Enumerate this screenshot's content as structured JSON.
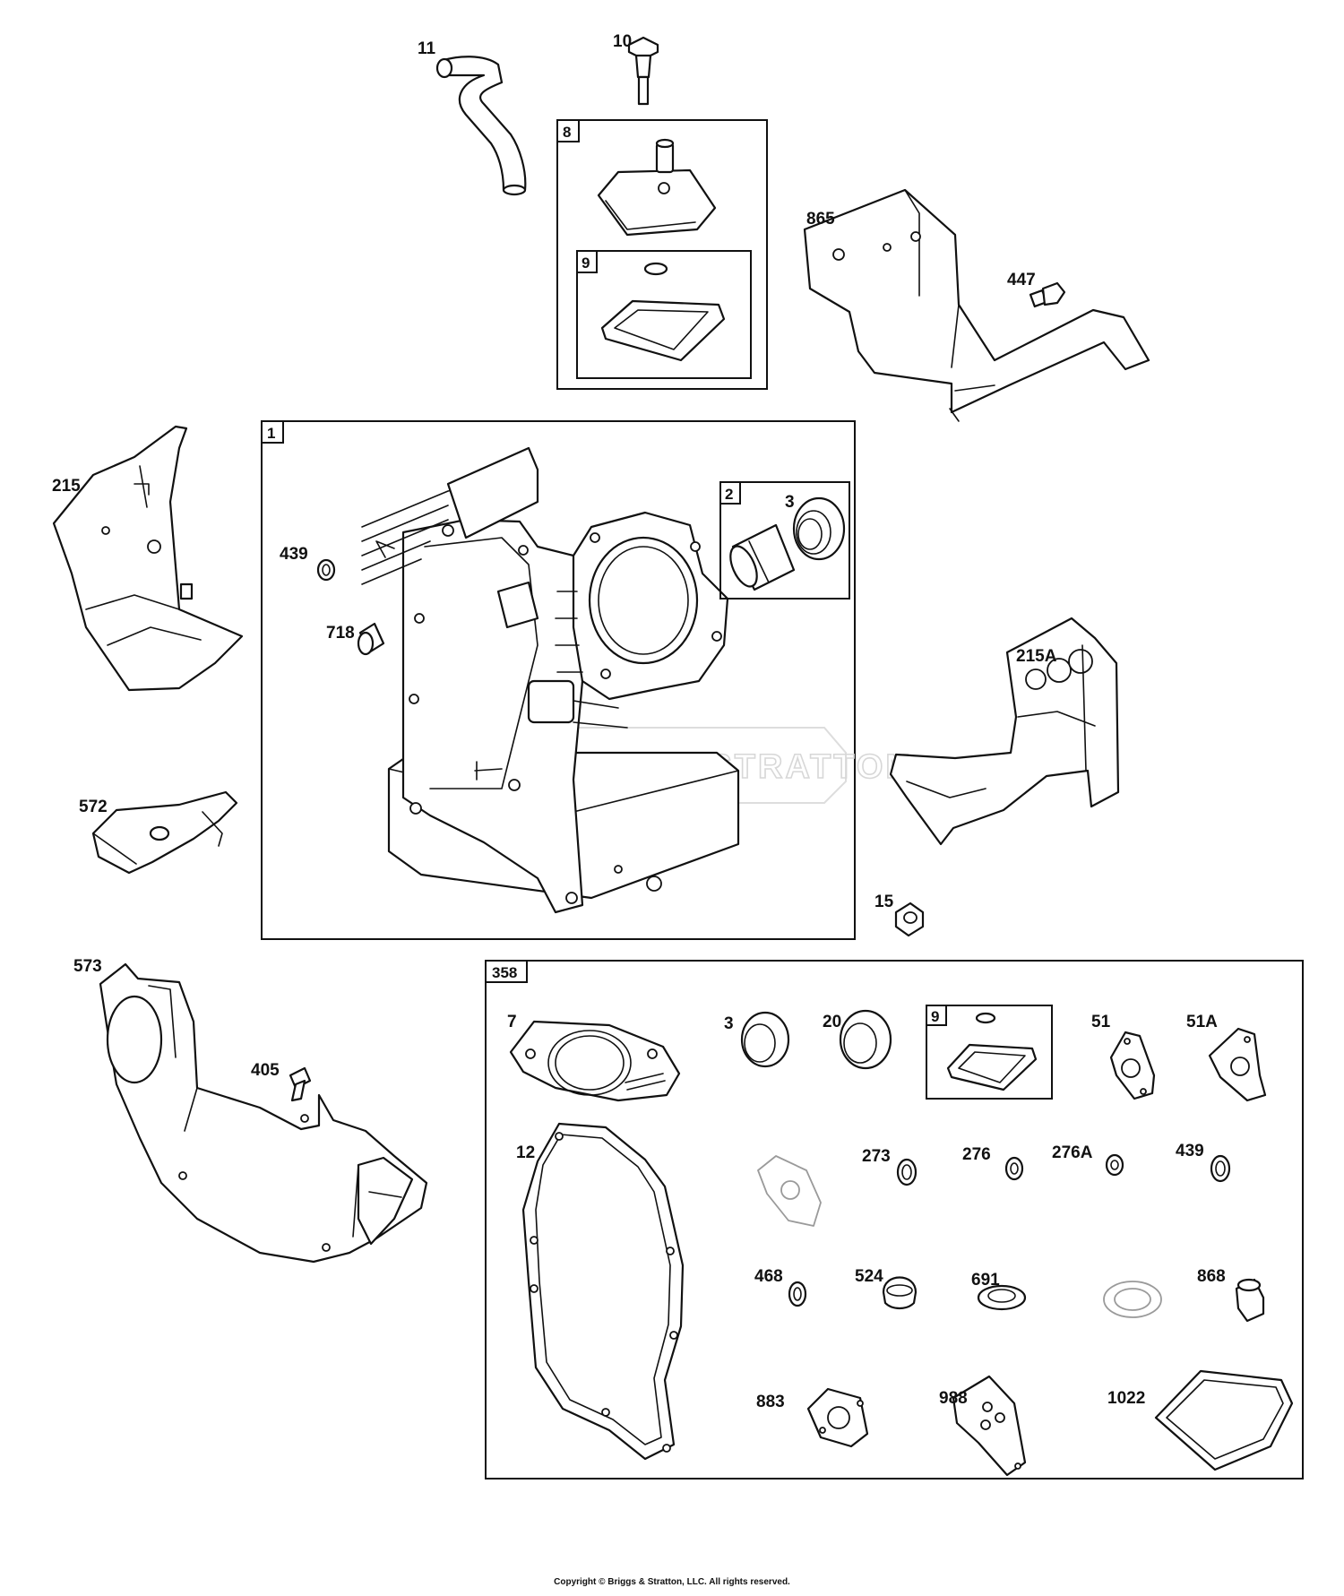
{
  "callouts": {
    "p11": "11",
    "p10": "10",
    "p8": "8",
    "p9_top": "9",
    "p865": "865",
    "p447": "447",
    "p215": "215",
    "p1": "1",
    "p2": "2",
    "p3": "3",
    "p439": "439",
    "p718": "718",
    "p215A": "215A",
    "p572": "572",
    "p15": "15",
    "p573": "573",
    "p405": "405"
  },
  "kit_358": {
    "box_label": "358",
    "p7": "7",
    "p3": "3",
    "p20": "20",
    "p9": "9",
    "p51": "51",
    "p51A": "51A",
    "p12": "12",
    "p273": "273",
    "p276": "276",
    "p276A": "276A",
    "p439": "439",
    "p468": "468",
    "p524": "524",
    "p691": "691",
    "p868": "868",
    "p883": "883",
    "p988": "988",
    "p1022": "1022"
  },
  "watermark": "BRIGGS & STRATTON",
  "copyright": "Copyright © Briggs & Stratton, LLC. All rights reserved."
}
